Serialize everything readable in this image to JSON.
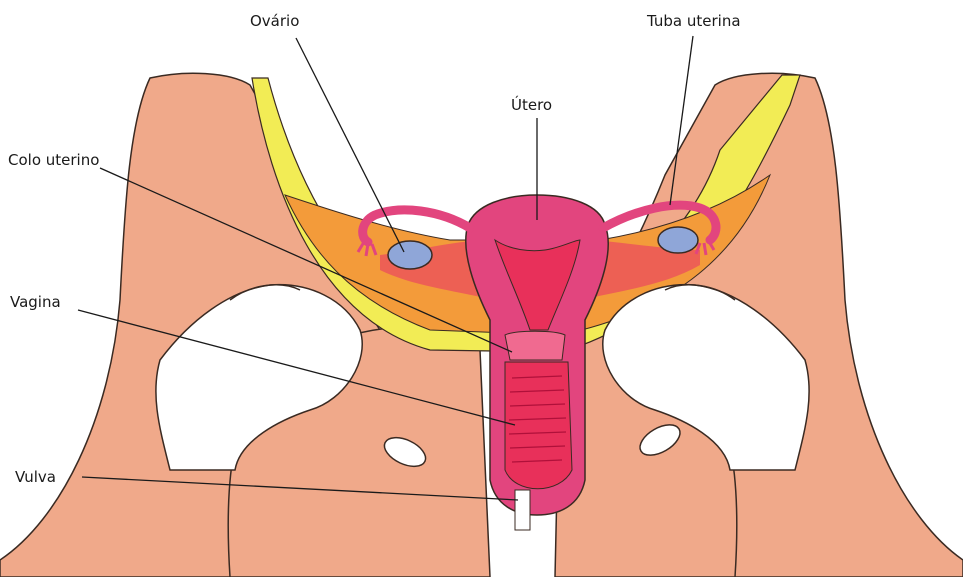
{
  "labels": {
    "ovario": "Ovário",
    "tuba": "Tuba uterina",
    "utero": "Útero",
    "colo": "Colo uterino",
    "vagina": "Vagina",
    "vulva": "Vulva"
  },
  "colors": {
    "muscle": "#f0a98a",
    "muscle_dark": "#e48e70",
    "bone": "#ffffff",
    "fat_band": "#f2ec55",
    "peritoneum": "#f39b3a",
    "uterus_outer": "#e2457e",
    "uterus_inner": "#e8305a",
    "ovary": "#8fa6d8",
    "outline": "#3a2a22"
  }
}
